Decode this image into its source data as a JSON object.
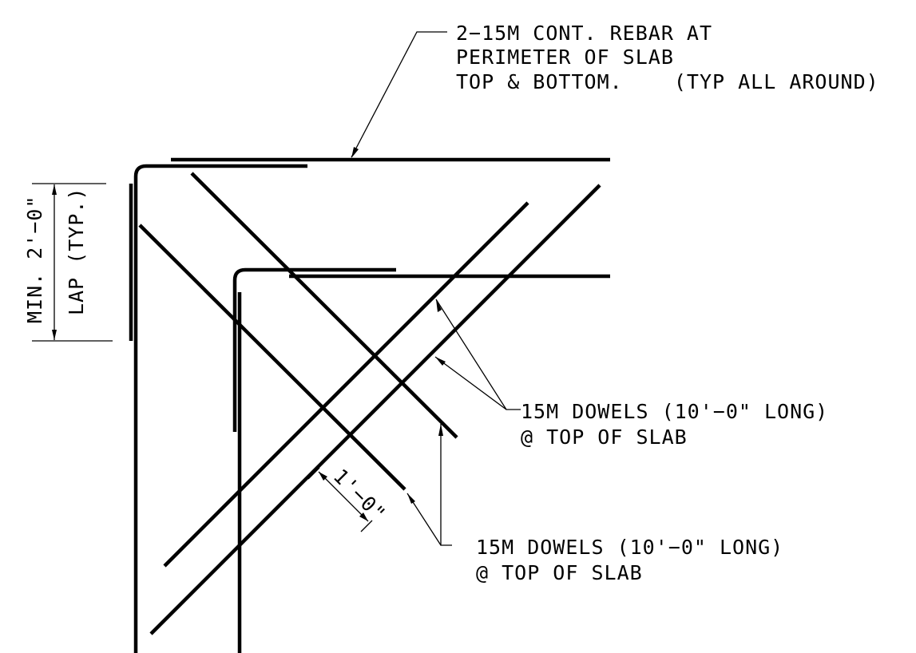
{
  "notes": {
    "perimeter_rebar": {
      "line1": "2−15M CONT. REBAR AT",
      "line2": "PERIMETER OF SLAB",
      "line3": "TOP & BOTTOM.    (TYP ALL AROUND)"
    },
    "dowels_upper": {
      "line1": "15M DOWELS (10'−0\" LONG)",
      "line2": "@ TOP OF SLAB"
    },
    "dowels_lower": {
      "line1": "15M DOWELS (10'−0\" LONG)",
      "line2": "@ TOP OF SLAB"
    }
  },
  "dimensions": {
    "lap_min": "MIN. 2'−0\"",
    "lap_typ": "LAP (TYP.)",
    "dowel_spacing": "1'−0\""
  }
}
